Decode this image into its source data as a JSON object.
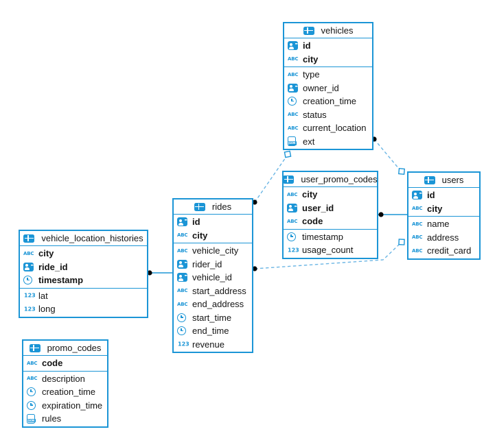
{
  "diagram": {
    "accent_color": "#1b95d6",
    "dashed_line_color": "#6ab5e4",
    "endpoint_dot_color": "#000000",
    "background_color": "#ffffff"
  },
  "tables": {
    "vehicles": {
      "title": "vehicles",
      "key_columns": [
        {
          "name": "id",
          "icon": "id-card-icon"
        },
        {
          "name": "city",
          "icon": "text-icon"
        }
      ],
      "columns": [
        {
          "name": "type",
          "icon": "text-icon"
        },
        {
          "name": "owner_id",
          "icon": "id-card-icon"
        },
        {
          "name": "creation_time",
          "icon": "clock-icon"
        },
        {
          "name": "status",
          "icon": "text-icon"
        },
        {
          "name": "current_location",
          "icon": "text-icon"
        },
        {
          "name": "ext",
          "icon": "json-icon"
        }
      ]
    },
    "user_promo_codes": {
      "title": "user_promo_codes",
      "key_columns": [
        {
          "name": "city",
          "icon": "text-icon"
        },
        {
          "name": "user_id",
          "icon": "id-card-icon"
        },
        {
          "name": "code",
          "icon": "text-icon"
        }
      ],
      "columns": [
        {
          "name": "timestamp",
          "icon": "clock-icon"
        },
        {
          "name": "usage_count",
          "icon": "number-icon"
        }
      ]
    },
    "users": {
      "title": "users",
      "key_columns": [
        {
          "name": "id",
          "icon": "id-card-icon"
        },
        {
          "name": "city",
          "icon": "text-icon"
        }
      ],
      "columns": [
        {
          "name": "name",
          "icon": "text-icon"
        },
        {
          "name": "address",
          "icon": "text-icon"
        },
        {
          "name": "credit_card",
          "icon": "text-icon"
        }
      ]
    },
    "rides": {
      "title": "rides",
      "key_columns": [
        {
          "name": "id",
          "icon": "id-card-icon"
        },
        {
          "name": "city",
          "icon": "text-icon"
        }
      ],
      "columns": [
        {
          "name": "vehicle_city",
          "icon": "text-icon"
        },
        {
          "name": "rider_id",
          "icon": "id-card-icon"
        },
        {
          "name": "vehicle_id",
          "icon": "id-card-icon"
        },
        {
          "name": "start_address",
          "icon": "text-icon"
        },
        {
          "name": "end_address",
          "icon": "text-icon"
        },
        {
          "name": "start_time",
          "icon": "clock-icon"
        },
        {
          "name": "end_time",
          "icon": "clock-icon"
        },
        {
          "name": "revenue",
          "icon": "number-icon"
        }
      ]
    },
    "vehicle_location_histories": {
      "title": "vehicle_location_histories",
      "key_columns": [
        {
          "name": "city",
          "icon": "text-icon"
        },
        {
          "name": "ride_id",
          "icon": "id-card-icon"
        },
        {
          "name": "timestamp",
          "icon": "clock-icon"
        }
      ],
      "columns": [
        {
          "name": "lat",
          "icon": "number-icon"
        },
        {
          "name": "long",
          "icon": "number-icon"
        }
      ]
    },
    "promo_codes": {
      "title": "promo_codes",
      "key_columns": [
        {
          "name": "code",
          "icon": "text-icon"
        }
      ],
      "columns": [
        {
          "name": "description",
          "icon": "text-icon"
        },
        {
          "name": "creation_time",
          "icon": "clock-icon"
        },
        {
          "name": "expiration_time",
          "icon": "clock-icon"
        },
        {
          "name": "rules",
          "icon": "json-icon"
        }
      ]
    }
  },
  "relationships": [
    {
      "from": "vehicle_location_histories",
      "from_marker": "dot",
      "to": "rides",
      "to_marker": "none",
      "line": "solid"
    },
    {
      "from": "rides",
      "from_marker": "dot",
      "to": "vehicles",
      "to_marker": "diamond",
      "line": "dashed"
    },
    {
      "from": "vehicles",
      "from_marker": "dot",
      "to": "users",
      "to_marker": "diamond",
      "line": "dashed"
    },
    {
      "from": "user_promo_codes",
      "from_marker": "dot",
      "to": "users",
      "to_marker": "none",
      "line": "solid"
    },
    {
      "from": "rides",
      "from_marker": "dot",
      "to": "users",
      "to_marker": "diamond",
      "line": "dashed"
    }
  ]
}
